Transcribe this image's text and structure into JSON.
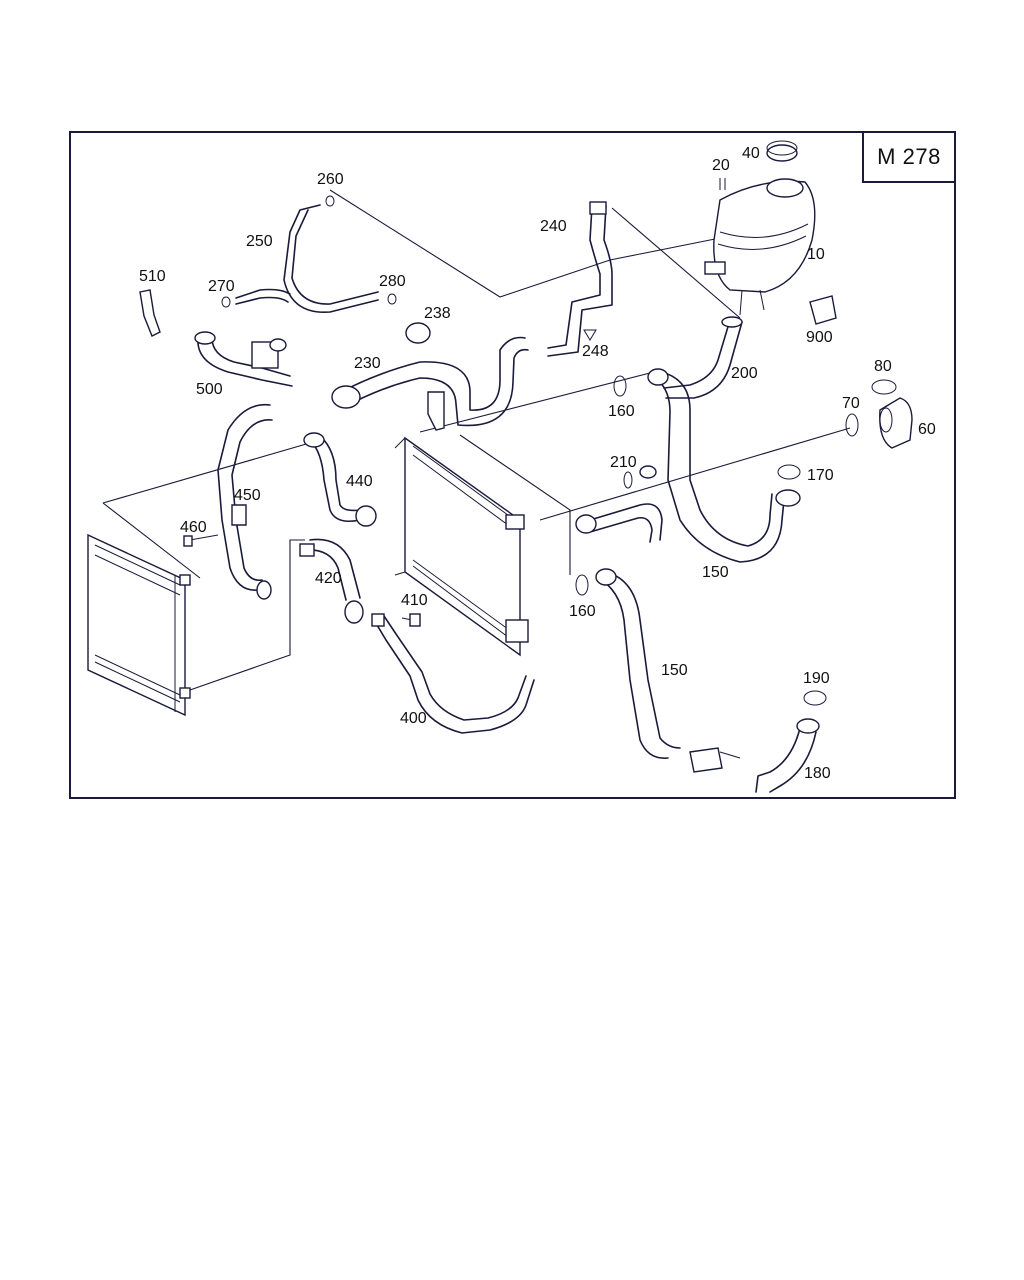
{
  "diagram": {
    "model_code": "M 278",
    "part_numbers": {
      "p10": "10",
      "p20": "20",
      "p40": "40",
      "p60": "60",
      "p70": "70",
      "p80": "80",
      "p150a": "150",
      "p150b": "150",
      "p160a": "160",
      "p160b": "160",
      "p170": "170",
      "p180": "180",
      "p190": "190",
      "p200": "200",
      "p210": "210",
      "p230": "230",
      "p238": "238",
      "p240": "240",
      "p248": "248",
      "p250": "250",
      "p260": "260",
      "p270": "270",
      "p280": "280",
      "p400": "400",
      "p410": "410",
      "p420": "420",
      "p440": "440",
      "p450": "450",
      "p460": "460",
      "p500": "500",
      "p510": "510",
      "p900": "900"
    },
    "colors": {
      "line": "#1a1a3a",
      "background": "#ffffff"
    }
  }
}
